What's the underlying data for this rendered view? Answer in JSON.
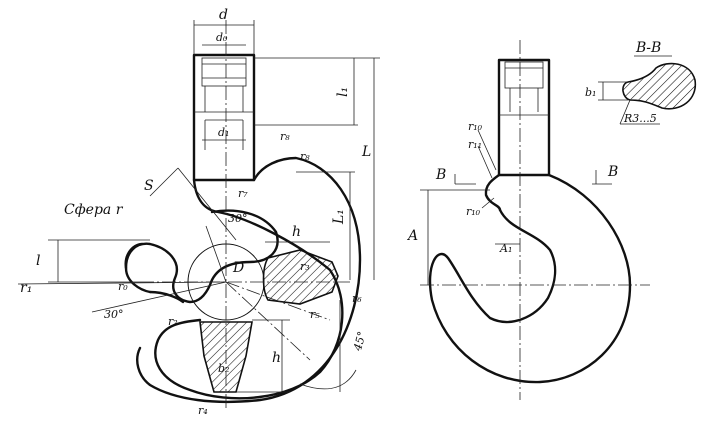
{
  "labels": {
    "d": "d",
    "d0": "d₀",
    "d1": "d₁",
    "l1": "l₁",
    "L": "L",
    "l": "l",
    "L1": "L₁",
    "S": "S",
    "sphere": "Сфера r",
    "r8_a": "r₈",
    "r8_b": "r₈",
    "r7": "r₇",
    "angle30_top": "30°",
    "angle30_bottom": "30°",
    "h_top": "h",
    "h_bottom": "h",
    "D": "D",
    "r1": "r₁",
    "r0": "r₀",
    "r3": "r₃",
    "r5": "r₅",
    "r2": "r₂",
    "r6": "r₆",
    "r4": "r₄",
    "b2": "b₂",
    "angle45": "45°",
    "section_title": "В-В",
    "b1": "b₁",
    "r3_5": "R3...5",
    "r10": "r₁₀",
    "r11": "r₁₁",
    "r10_b": "r₁₀",
    "section_mark_left": "B",
    "section_mark_right": "B",
    "A": "A",
    "A1": "A₁"
  }
}
